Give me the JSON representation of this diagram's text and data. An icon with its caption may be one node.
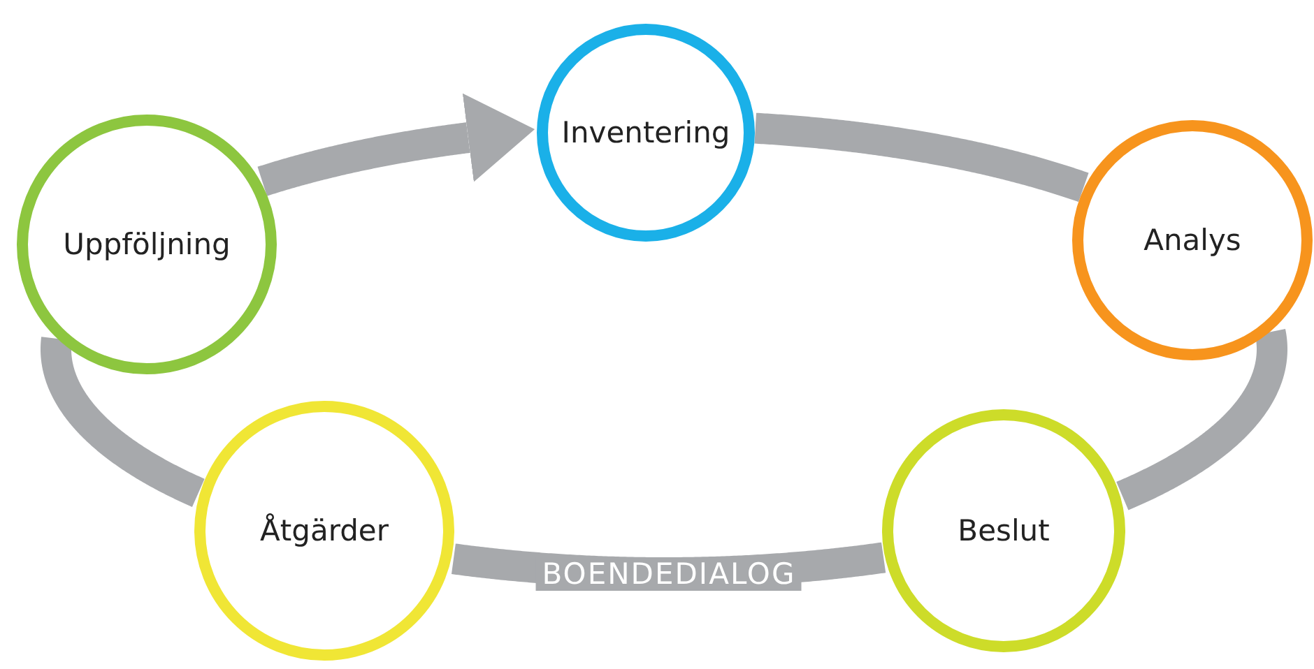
{
  "diagram": {
    "nodes": [
      {
        "text": [
          "Uppföljning"
        ]
      },
      {
        "text": [
          "Inventering"
        ]
      },
      {
        "text": [
          "Analys"
        ]
      },
      {
        "text": [
          "Beslut"
        ]
      },
      {
        "text": [
          "Åtgärder"
        ]
      }
    ],
    "edges": [
      {
        "from": 0,
        "to": 1,
        "arrow": "to"
      },
      {
        "from": 1,
        "to": 2,
        "arrow": "none"
      },
      {
        "from": 2,
        "to": 3,
        "arrow": "none"
      },
      {
        "from": 3,
        "to": 4,
        "arrow": "none",
        "label": "BOENDEDIALOG"
      },
      {
        "from": 4,
        "to": 0,
        "arrow": "none"
      }
    ]
  }
}
